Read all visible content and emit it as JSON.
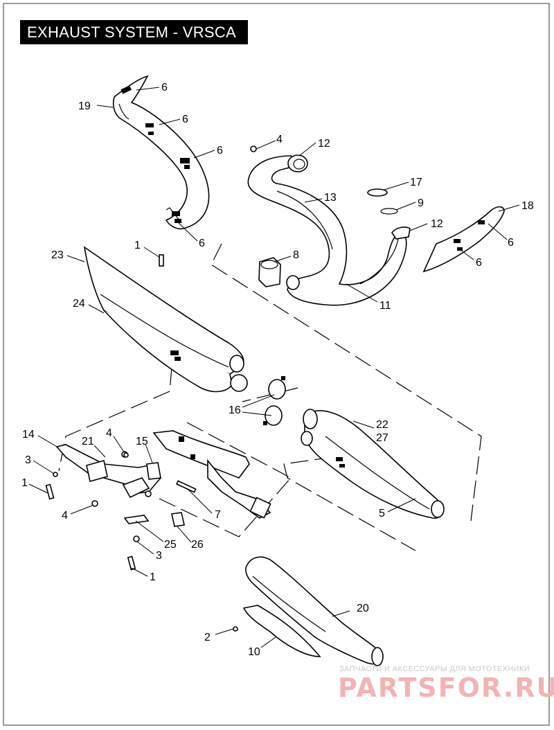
{
  "title": "EXHAUST SYSTEM - VRSCA",
  "callouts": {
    "c1a": "1",
    "c1b": "1",
    "c1c": "1",
    "c2": "2",
    "c3a": "3",
    "c3b": "3",
    "c4a": "4",
    "c4b": "4",
    "c4c": "4",
    "c5": "5",
    "c6a": "6",
    "c6b": "6",
    "c6c": "6",
    "c6d": "6",
    "c6e": "6",
    "c6f": "6",
    "c7": "7",
    "c8": "8",
    "c9": "9",
    "c10": "10",
    "c11": "11",
    "c12a": "12",
    "c12b": "12",
    "c13": "13",
    "c14": "14",
    "c15": "15",
    "c16": "16",
    "c17": "17",
    "c18": "18",
    "c19": "19",
    "c20": "20",
    "c21": "21",
    "c22": "22",
    "c23": "23",
    "c24": "24",
    "c25": "25",
    "c26": "26",
    "c27": "27"
  },
  "watermark": {
    "tagline": "ЗАПЧАСТИ И АКСЕССУАРЫ ДЛЯ МОТОТЕХНИКИ",
    "logo": "PARTSFOR.RU"
  }
}
